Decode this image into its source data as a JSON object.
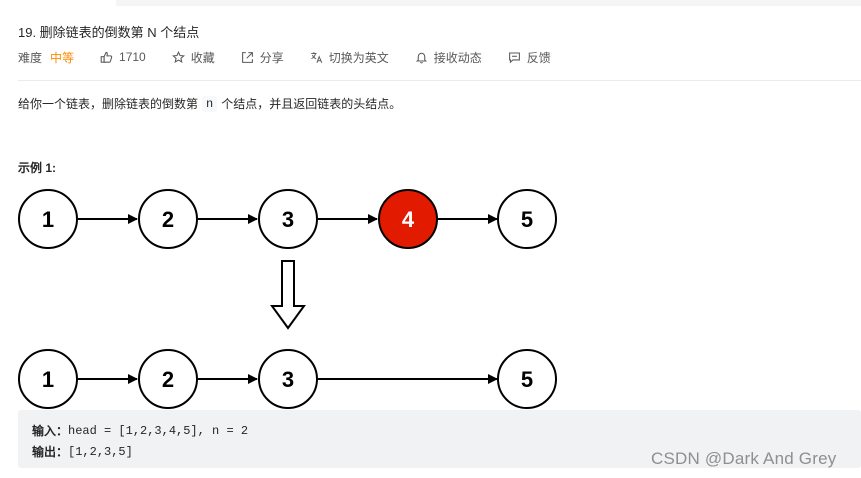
{
  "problem": {
    "title": "19. 删除链表的倒数第 N 个结点",
    "difficulty_label": "难度",
    "difficulty_value": "中等",
    "likes": "1710",
    "favorite_label": "收藏",
    "share_label": "分享",
    "translate_label": "切换为英文",
    "notify_label": "接收动态",
    "feedback_label": "反馈"
  },
  "description": {
    "part1": "给你一个链表，删除链表的倒数第",
    "code": "n",
    "part2": "个结点，并且返回链表的头结点。"
  },
  "example": {
    "title": "示例 1:",
    "input_label": "输入：",
    "input_value": "head = [1,2,3,4,5], n = 2",
    "output_label": "输出：",
    "output_value": "[1,2,3,5]"
  },
  "diagram": {
    "before_nodes": [
      "1",
      "2",
      "3",
      "4",
      "5"
    ],
    "after_nodes": [
      "1",
      "2",
      "3",
      "5"
    ],
    "highlight_color": "#e21a00"
  },
  "watermark": "CSDN @Dark And Grey",
  "colors": {
    "accent_orange": "#ff8a00",
    "text": "#262626",
    "muted": "#595959"
  }
}
